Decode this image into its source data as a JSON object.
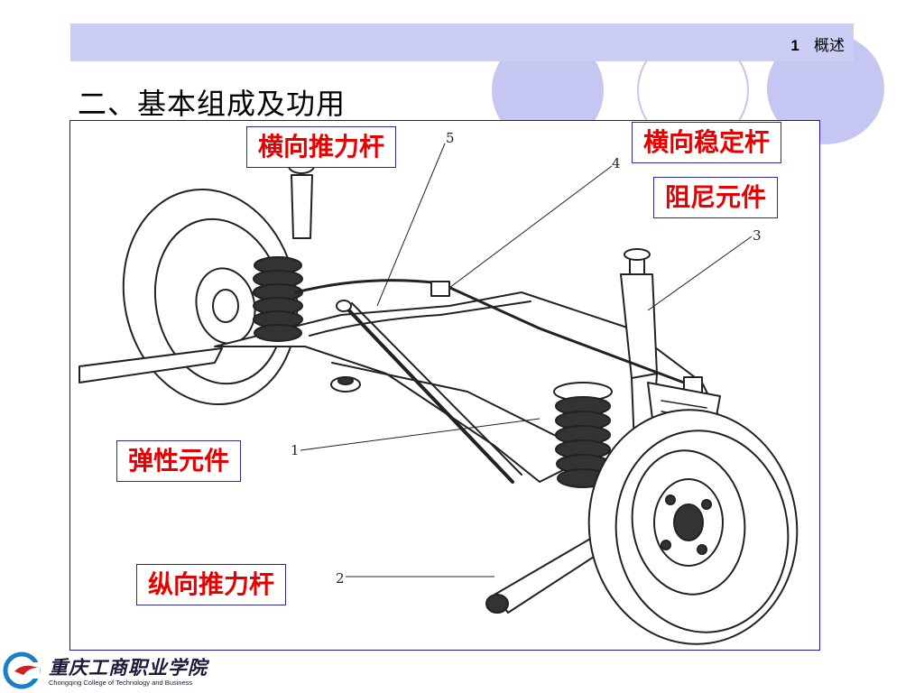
{
  "header": {
    "section_number": "1",
    "section_title": "概述"
  },
  "slide": {
    "title": "二、基本组成及功用"
  },
  "callouts": {
    "lateral_rod": "横向推力杆",
    "stabilizer_bar": "横向稳定杆",
    "damper": "阻尼元件",
    "elastic_element": "弹性元件",
    "longitudinal_rod": "纵向推力杆"
  },
  "part_numbers": {
    "n1": "1",
    "n2": "2",
    "n3": "3",
    "n4": "4",
    "n5": "5"
  },
  "logo": {
    "name_cn": "重庆工商职业学院",
    "name_en": "Chongqing College of Technology and Business",
    "icon": "college-emblem-icon"
  },
  "colors": {
    "header_band": "#cccdf4",
    "callout_text": "#e60000",
    "frame_border": "#1a1aa8",
    "deco_circle": "#c5c6f1"
  }
}
